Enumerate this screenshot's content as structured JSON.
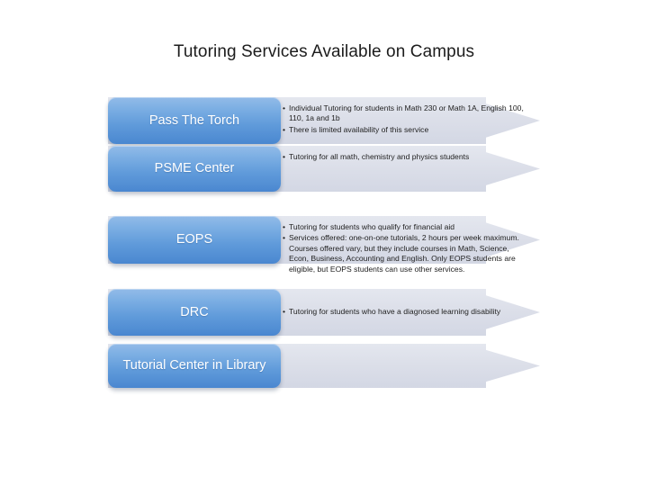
{
  "slide": {
    "title": "Tutoring Services Available on Campus",
    "background_color": "#ffffff",
    "accent_color": "#5f9ada",
    "arrow_color": "#dcdfe9",
    "label_text_color": "#ffffff",
    "body_text_color": "#1f1f1f"
  },
  "process": {
    "rows": [
      {
        "label": "Pass The Torch",
        "bullets": [
          "Individual Tutoring for students in Math 230 or Math 1A, English 100, 110, 1a and 1b",
          "There is limited availability of this service"
        ]
      },
      {
        "label": "PSME Center",
        "bullets": [
          "Tutoring for all math, chemistry and physics students"
        ]
      },
      {
        "label": "EOPS",
        "bullets": [
          "Tutoring for students who qualify for financial aid",
          "Services offered: one-on-one tutorials, 2 hours per week maximum. Courses offered vary, but they include courses in Math, Science, Econ, Business, Accounting and English. Only EOPS students are eligible, but EOPS students can use other services."
        ]
      },
      {
        "label": "DRC",
        "bullets": [
          "Tutoring for students who have a diagnosed learning disability"
        ]
      },
      {
        "label": "Tutorial Center in Library",
        "bullets": []
      }
    ]
  }
}
